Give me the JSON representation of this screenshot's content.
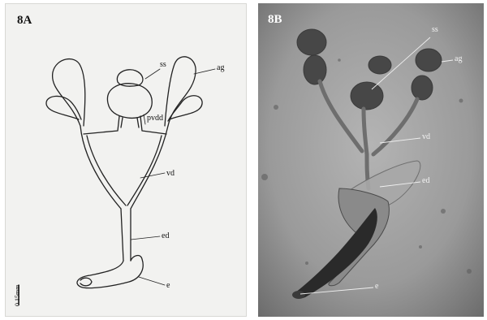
{
  "panels": {
    "a": {
      "label": "8A",
      "labels": {
        "ss": "ss",
        "ag": "ag",
        "pvdd": "pvdd",
        "vd": "vd",
        "ed": "ed",
        "e": "e"
      },
      "scale": "0.15mm"
    },
    "b": {
      "label": "8B",
      "labels": {
        "ss": "ss",
        "ag": "ag",
        "vd": "vd",
        "ed": "ed",
        "e": "e"
      }
    }
  }
}
